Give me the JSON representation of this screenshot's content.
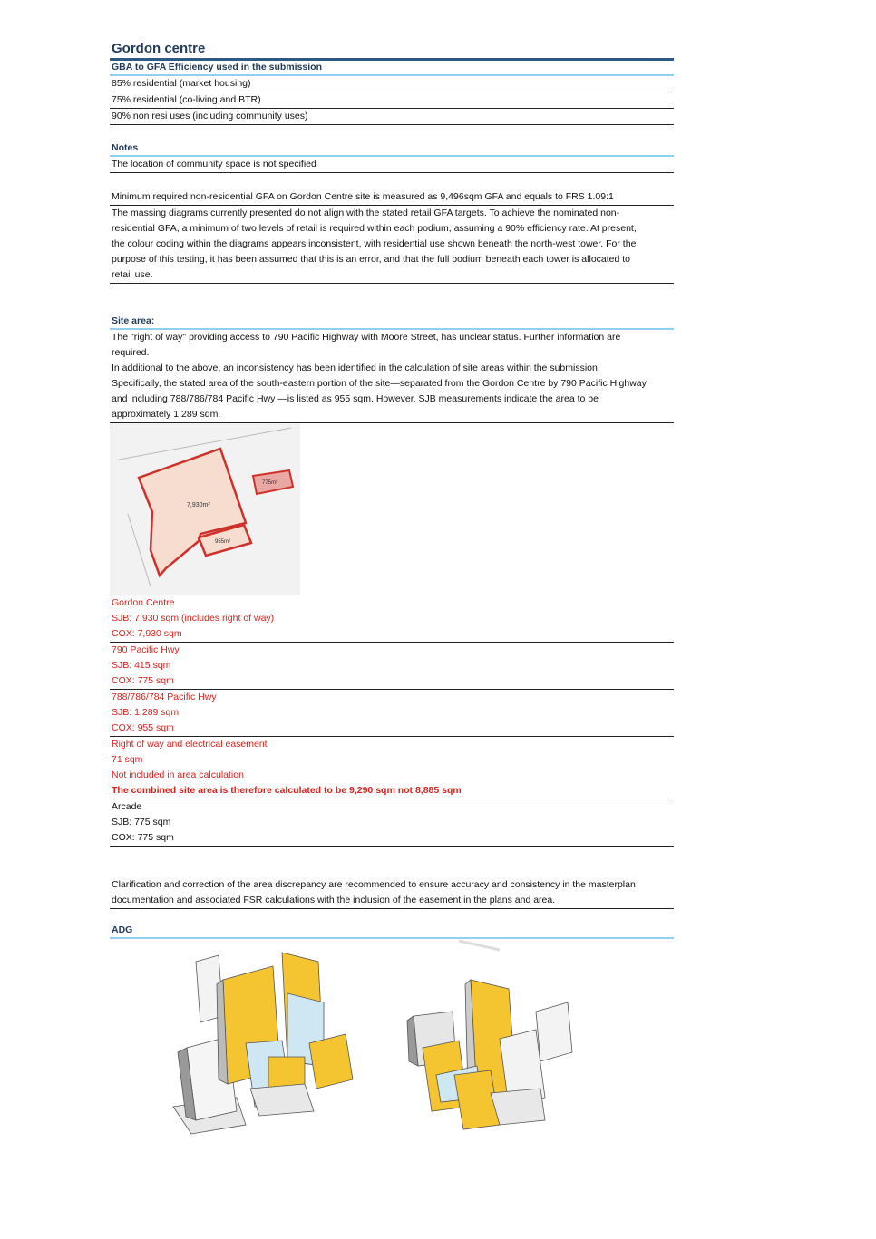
{
  "title": "Gordon centre",
  "gba_section": {
    "heading": "GBA to GFA Efficiency used in the submission",
    "rows": [
      "85% residential (market housing)",
      "75% residential (co-living and BTR)",
      "90% non resi uses (including community uses)"
    ]
  },
  "notes": {
    "heading": "Notes",
    "text": "The location of community space is not specified"
  },
  "gfa": {
    "line1": "Minimum required non-residential GFA  on Gordon Centre site is measured as  9,496sqm GFA and equals to FRS 1.09:1",
    "para": [
      "The massing diagrams currently presented do not align with the stated retail GFA targets. To achieve the nominated non-",
      "residential GFA, a minimum of two levels of retail is required within each podium, assuming a 90% efficiency rate. At present,",
      "the colour coding within the diagrams appears inconsistent, with residential use shown beneath the north-west tower. For the",
      "purpose of this testing, it has been assumed that this is an error, and that the full podium beneath each tower is allocated to",
      "retail use."
    ]
  },
  "site_area": {
    "heading": "Site area:",
    "para": [
      "The \"right of way\" providing access to 790 Pacific Highway with Moore Street, has unclear status. Further information are",
      "required.",
      "In additional to the above, an inconsistency has been identified in the calculation of site areas within the submission.",
      "Specifically, the stated area of the south-eastern portion of the site—separated from the Gordon Centre by 790 Pacific Highway",
      "and including 788/786/784 Pacific Hwy —is listed as 955 sqm. However, SJB measurements indicate the area to be",
      "approximately 1,289 sqm."
    ],
    "map_labels": {
      "main": "7,930m²",
      "ne": "775m²",
      "se": "955m²"
    },
    "groups": [
      {
        "lines": [
          "Gordon Centre",
          "SJB: 7,930 sqm (includes right of way)",
          "COX: 7,930 sqm"
        ],
        "style": "red"
      },
      {
        "lines": [
          "790 Pacific Hwy",
          "SJB: 415 sqm",
          "COX: 775 sqm"
        ],
        "style": "red"
      },
      {
        "lines": [
          "788/786/784 Pacific Hwy",
          "SJB: 1,289 sqm",
          "COX: 955 sqm"
        ],
        "style": "red"
      },
      {
        "lines": [
          "Right of way and electrical easement",
          "71 sqm",
          "Not included in area calculation"
        ],
        "style": "red",
        "bold_line": "The combined site area is therefore calculated to be 9,290 sqm not 8,885 sqm"
      },
      {
        "lines": [
          "Arcade",
          "SJB: 775 sqm",
          "COX: 775 sqm"
        ],
        "style": "black"
      }
    ]
  },
  "clarification": [
    "Clarification and correction of the area discrepancy are recommended to ensure accuracy and consistency in the masterplan",
    "documentation and associated FSR calculations with the inclusion of the easement in the plans and area."
  ],
  "adg": {
    "heading": "ADG"
  },
  "colors": {
    "title": "#1f3a5a",
    "heading_rule": "#8fd0f0",
    "red": "#e0201c",
    "yellow": "#f5c431",
    "light_blue": "#cfe7f3"
  }
}
